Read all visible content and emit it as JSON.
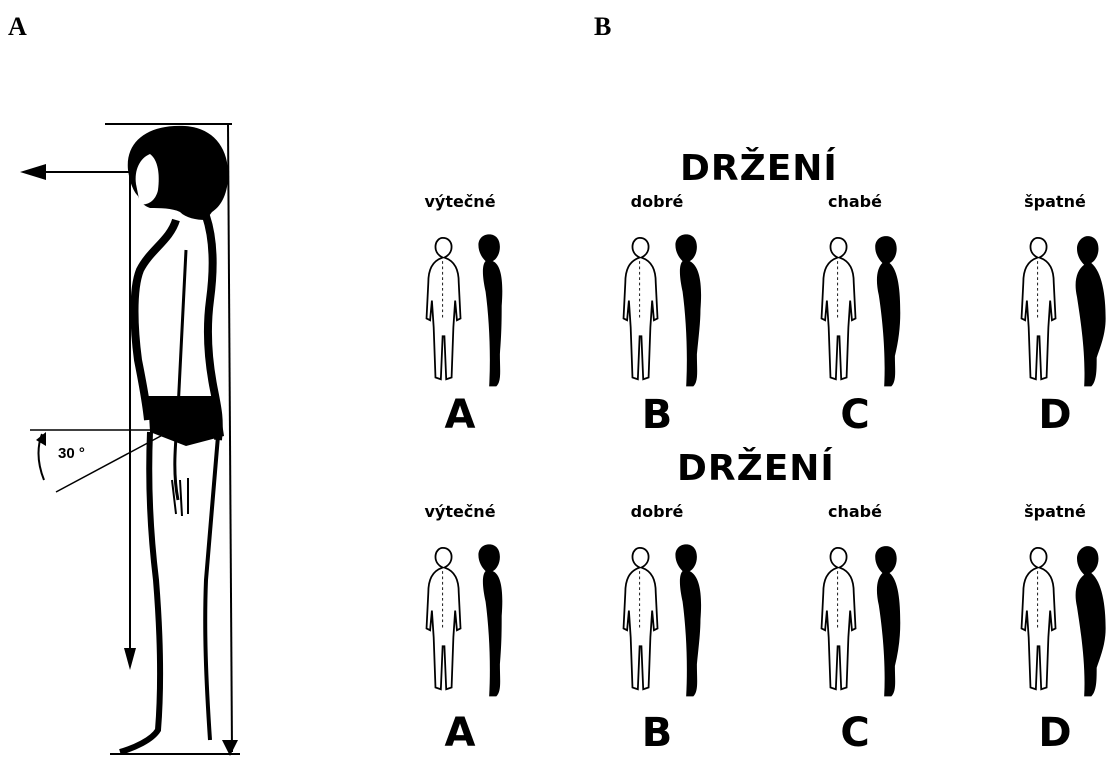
{
  "panels": {
    "a_letter": "A",
    "b_letter": "B"
  },
  "figure_a": {
    "angle_label": "30 °"
  },
  "figure_b": {
    "title_top": "DRŽENÍ",
    "title_bottom": "DRŽENÍ",
    "rows": [
      {
        "items": [
          {
            "label": "výtečné",
            "letter": "A"
          },
          {
            "label": "dobré",
            "letter": "B"
          },
          {
            "label": "chabé",
            "letter": "C"
          },
          {
            "label": "špatné",
            "letter": "D"
          }
        ]
      },
      {
        "items": [
          {
            "label": "výtečné",
            "letter": "A"
          },
          {
            "label": "dobré",
            "letter": "B"
          },
          {
            "label": "chabé",
            "letter": "C"
          },
          {
            "label": "špatné",
            "letter": "D"
          }
        ]
      }
    ]
  }
}
